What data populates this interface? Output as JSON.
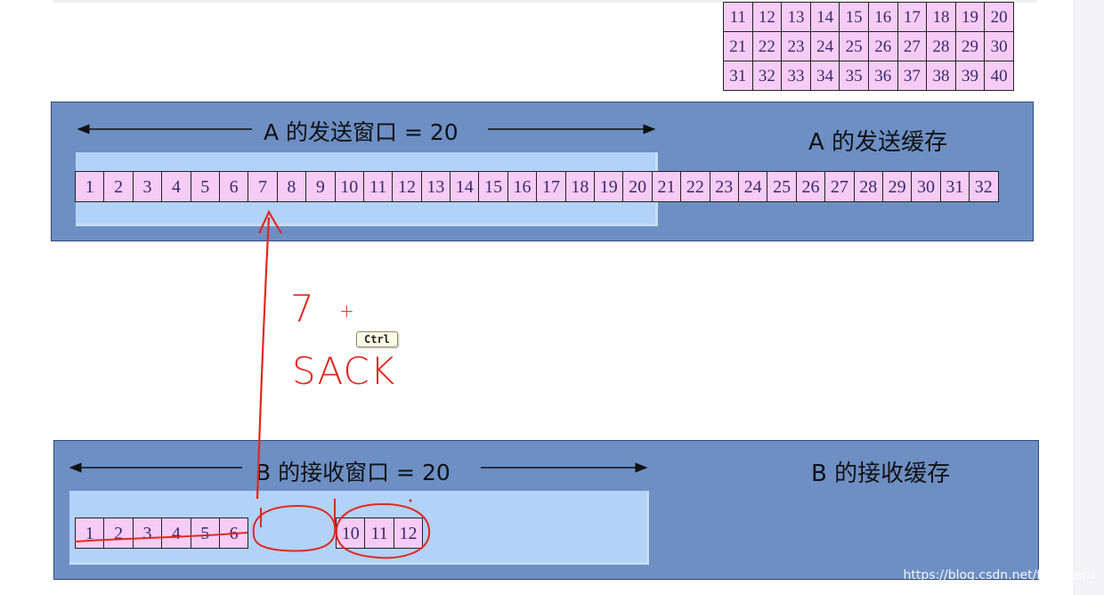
{
  "top_grid": {
    "rows": [
      [
        "11",
        "12",
        "13",
        "14",
        "15",
        "16",
        "17",
        "18",
        "19",
        "20"
      ],
      [
        "21",
        "22",
        "23",
        "24",
        "25",
        "26",
        "27",
        "28",
        "29",
        "30"
      ],
      [
        "31",
        "32",
        "33",
        "34",
        "35",
        "36",
        "37",
        "38",
        "39",
        "40"
      ]
    ]
  },
  "sender": {
    "window_label": "A 的发送窗口 = 20",
    "buffer_label": "A 的发送缓存",
    "segments": [
      "1",
      "2",
      "3",
      "4",
      "5",
      "6",
      "7",
      "8",
      "9",
      "10",
      "11",
      "12",
      "13",
      "14",
      "15",
      "16",
      "17",
      "18",
      "19",
      "20",
      "21",
      "22",
      "23",
      "24",
      "25",
      "26",
      "27",
      "28",
      "29",
      "30",
      "31",
      "32"
    ]
  },
  "receiver": {
    "window_label": "B 的接收窗口 = 20",
    "buffer_label": "B 的接收缓存",
    "received_segments": [
      "1",
      "2",
      "3",
      "4",
      "5",
      "6"
    ],
    "out_of_order_segments": [
      "10",
      "11",
      "12"
    ]
  },
  "annotation": {
    "number": "7",
    "plus": "+",
    "sack": "SACK"
  },
  "tooltip": "Ctrl",
  "watermark": "https://blog.csdn.net/fwanderu",
  "colors": {
    "panel": "#6d8fc4",
    "window_fill": "#b3d2f8",
    "cell": "#f6ccf6",
    "ink": "#e0281e"
  }
}
